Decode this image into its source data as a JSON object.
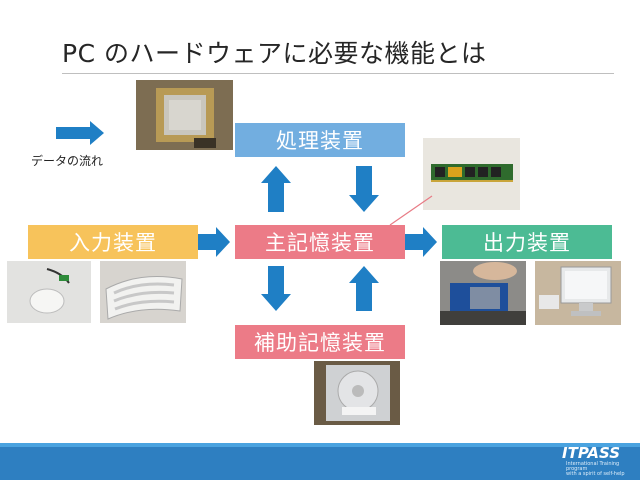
{
  "title": "PC のハードウェアに必要な機能とは",
  "legend": {
    "text": "データの流れ"
  },
  "boxes": {
    "cpu": "処理装置",
    "input": "入力装置",
    "main_memory": "主記憶装置",
    "output": "出力装置",
    "aux_storage": "補助記憶装置"
  },
  "footer": {
    "logo": "ITPASS",
    "tagline_1": "International Training program",
    "tagline_2": "with a spirit of self-help"
  },
  "colors": {
    "cpu_box": "#72aee0",
    "input_box": "#f7c35b",
    "main_box": "#ec7b87",
    "output_box": "#4cbb94",
    "aux_box": "#ec7b87",
    "arrow": "#1f7fc5",
    "footer": "#2e7fc1"
  }
}
